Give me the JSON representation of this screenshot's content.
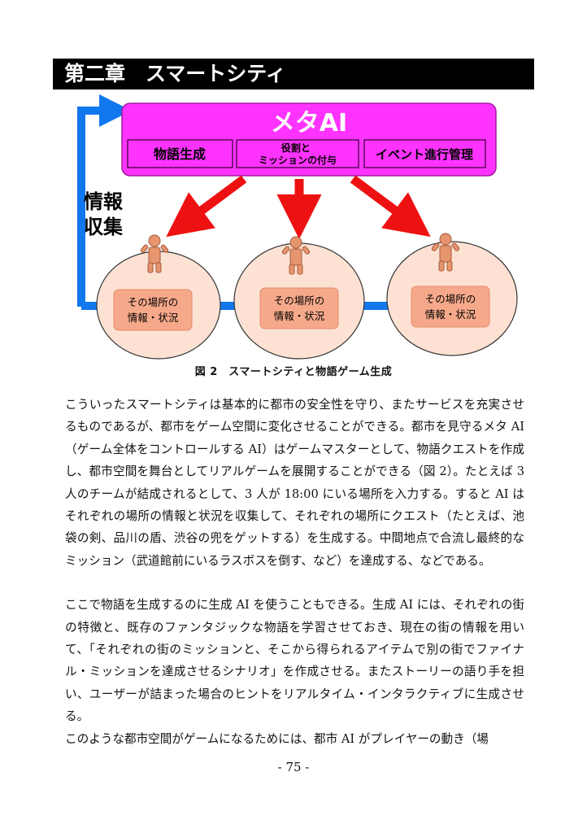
{
  "chapter": {
    "title": "第二章　スマートシティ"
  },
  "figure": {
    "meta_ai": "メタAI",
    "functions": [
      "物語生成",
      "役割と\nミッションの付与",
      "イベント進行管理"
    ],
    "info_label": "情報\n収集",
    "places": [
      {
        "label": "その場所の\n情報・状況"
      },
      {
        "label": "その場所の\n情報・状況"
      },
      {
        "label": "その場所の\n情報・状況"
      }
    ],
    "colors": {
      "meta_box": "#ff33ff",
      "arrow_red": "#ee1111",
      "arrow_blue": "#1177ee",
      "circle_fill": "#fde2d4",
      "place_box": "#f6a98a",
      "figure_body": "#e7956f"
    }
  },
  "caption": "図 2　スマートシティと物語ゲーム生成",
  "paragraphs": [
    "こういったスマートシティは基本的に都市の安全性を守り、またサービスを充実させるものであるが、都市をゲーム空間に変化させることができる。都市を見守るメタ AI（ゲーム全体をコントロールする AI）はゲームマスターとして、物語クエストを作成し、都市空間を舞台としてリアルゲームを展開することができる（図 2）。たとえば 3 人のチームが結成されるとして、3 人が 18:00 にいる場所を入力する。すると AI はそれぞれの場所の情報と状況を収集して、それぞれの場所にクエスト（たとえば、池袋の剣、品川の盾、渋谷の兜をゲットする）を生成する。中間地点で合流し最終的なミッション（武道館前にいるラスボスを倒す、など）を達成する、などである。",
    "ここで物語を生成するのに生成 AI を使うこともできる。生成 AI には、それぞれの街の特徴と、既存のファンタジックな物語を学習させておき、現在の街の情報を用いて、「それぞれの街のミッションと、そこから得られるアイテムで別の街でファイナル・ミッションを達成させるシナリオ」を作成させる。またストーリーの語り手を担い、ユーザーが詰まった場合のヒントをリアルタイム・インタラクティブに生成させる。",
    "このような都市空間がゲームになるためには、都市 AI がプレイヤーの動き（場"
  ],
  "page_number": "- 75 -"
}
